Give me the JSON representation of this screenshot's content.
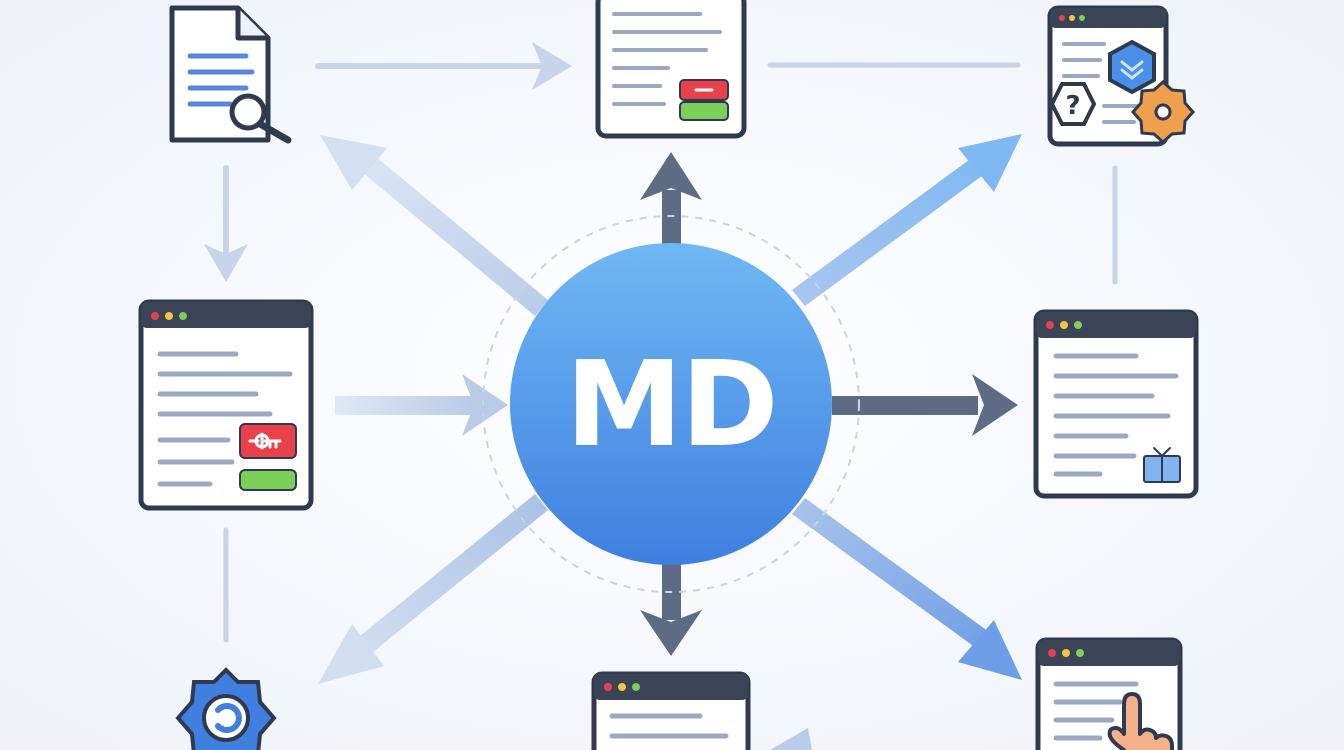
{
  "hub": {
    "label": "MD"
  },
  "colors": {
    "hub_light": "#6fb8f4",
    "hub_dark": "#3f7fe0",
    "outline": "#2f3a4f",
    "titlebar": "#3a4456",
    "text_line": "#9aa8c4",
    "doc_line": "#5a86e0",
    "button_red": "#e8414b",
    "button_green": "#7ccf58",
    "arrow_dark": "#5e6b85",
    "arrow_light": "#c8d6ec",
    "arrow_blue": "#7fb4f0",
    "gear_blue": "#3e7fe0",
    "gear_orange": "#f0a04c",
    "hex_blue": "#4a90e8",
    "hand": "#f5b08c"
  },
  "nodes": [
    {
      "id": "document-search",
      "icon": "document-magnifier-icon"
    },
    {
      "id": "form-window-top",
      "icon": "window-icon"
    },
    {
      "id": "settings-window",
      "icon": "window-help-settings-icon"
    },
    {
      "id": "form-window-left",
      "icon": "window-icon"
    },
    {
      "id": "gift-window",
      "icon": "window-gift-icon"
    },
    {
      "id": "gear",
      "icon": "gear-icon"
    },
    {
      "id": "bottom-window",
      "icon": "window-icon"
    },
    {
      "id": "click-window",
      "icon": "window-pointer-icon"
    }
  ]
}
